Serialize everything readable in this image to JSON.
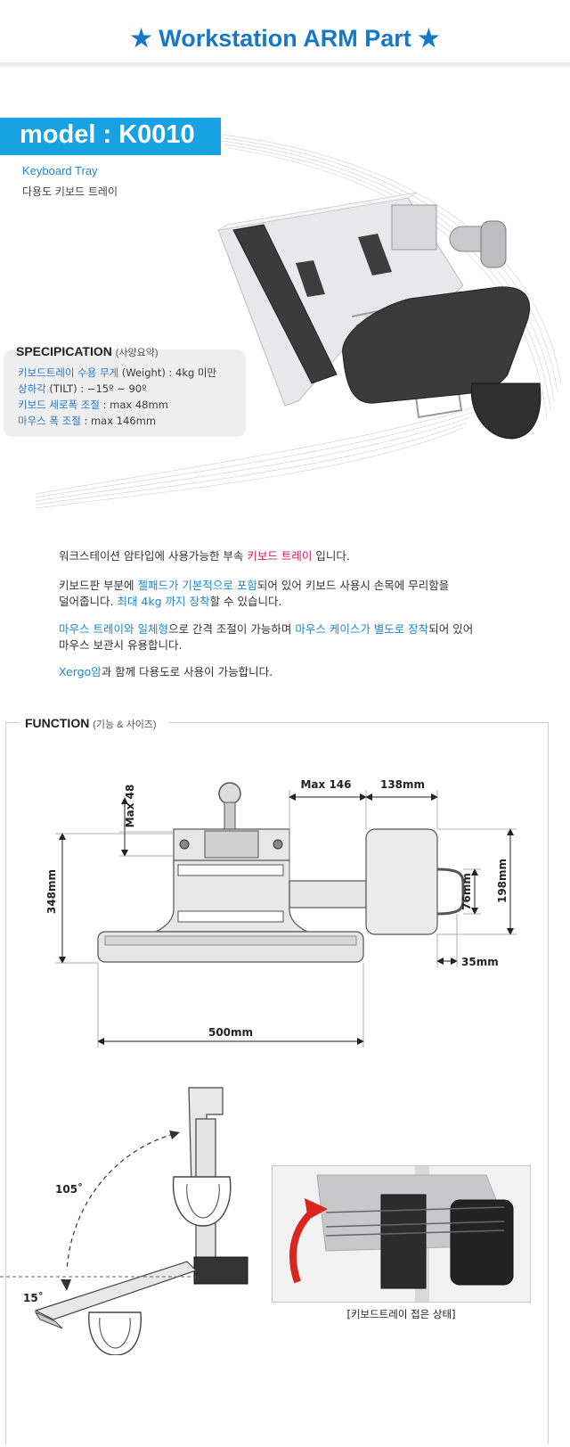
{
  "header": {
    "title": "★ Workstation ARM Part ★"
  },
  "model": {
    "label": "model : K0010",
    "name_en": "Keyboard Tray",
    "name_ko": "다용도 키보드 트레이"
  },
  "spec": {
    "title": "SPECIPICATION",
    "title_ko": "(사양요약)",
    "lines": [
      {
        "k": "키보드트레이 수용 무게",
        "v": " (Weight) : 4kg 미만"
      },
      {
        "k": "상하각",
        "v": " (TILT) : −15º ~ 90º"
      },
      {
        "k": "키보드 세로폭 조절",
        "v": " : max 48mm"
      },
      {
        "k": "마우스 폭 조절",
        "v": " : max 146mm"
      }
    ]
  },
  "description": {
    "p1a": "워크스테이션 암타입에 사용가능한 부속 ",
    "p1b": "키보드 트레이",
    "p1c": " 입니다.",
    "p2a": "키보드판 부분에 ",
    "p2b": "젤패드가 기본적으로 포함",
    "p2c": "되어 있어 키보드 사용시 손목에 무리함을",
    "p2d": "덜어줍니다. ",
    "p2e": "최대 4kg 까지 장착",
    "p2f": "할 수 있습니다.",
    "p3a": "마우스 트레이와 일체형",
    "p3b": "으로 간격 조절이 가능하며 ",
    "p3c": "마우스 케이스가 별도로 장착",
    "p3d": "되어 있어",
    "p3e": "마우스 보관시 유용합니다.",
    "p4a": "Xergo암",
    "p4b": "과 함께 다용도로 사용이 가능합니다."
  },
  "function": {
    "title": "FUNCTION",
    "title_ko": "(기능 & 사이즈)",
    "dims": {
      "height": "348mm",
      "max48": "Max 48",
      "max146": "Max 146",
      "w138": "138mm",
      "h198": "198mm",
      "h76": "76mm",
      "w35": "35mm",
      "w500": "500mm"
    },
    "angles": {
      "a105": "105˚",
      "a15": "15˚"
    },
    "photo_caption": "[키보드트레이 접은 상태]"
  }
}
